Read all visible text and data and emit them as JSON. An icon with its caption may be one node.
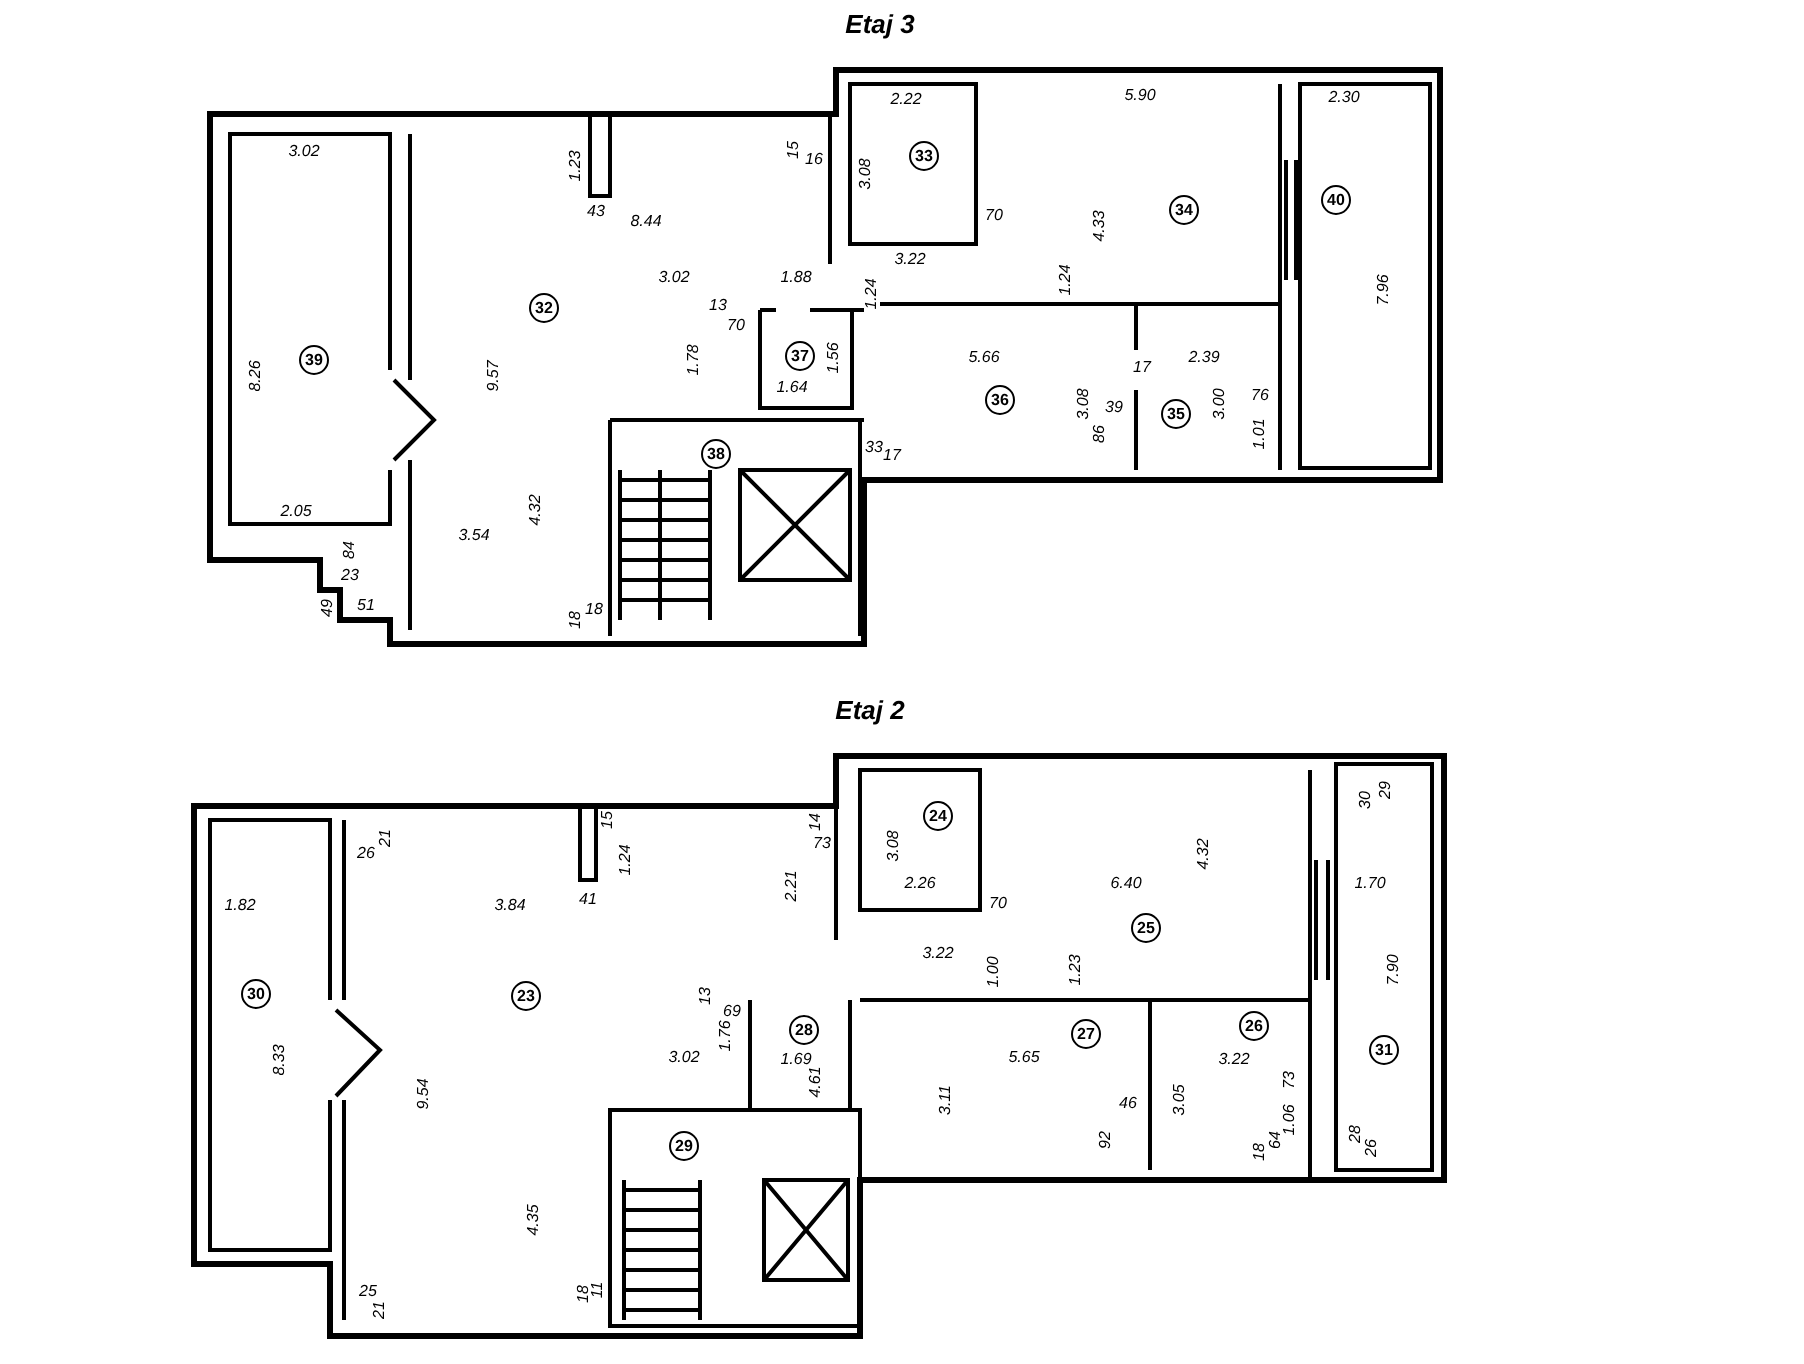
{
  "diagram": {
    "labels": [
      "Etaj 3",
      "3.02",
      "8.26",
      "39",
      "2.05",
      "84",
      "23",
      "49",
      "51",
      "1.23",
      "43",
      "8.44",
      "15",
      "16",
      "32",
      "9.57",
      "3.02",
      "1.88",
      "13",
      "70",
      "1.78",
      "37",
      "1.56",
      "1.64",
      "38",
      "4.32",
      "3.54",
      "18",
      "18",
      "2.22",
      "3.08",
      "33",
      "5.90",
      "2.30",
      "4.33",
      "34",
      "40",
      "70",
      "3.22",
      "1.24",
      "1.24",
      "7.96",
      "5.66",
      "2.39",
      "17",
      "36",
      "3.08",
      "39",
      "3.00",
      "76",
      "35",
      "1.01",
      "86",
      "33",
      "17",
      "Etaj 2",
      "21",
      "26",
      "15",
      "1.24",
      "41",
      "14",
      "73",
      "2.21",
      "1.82",
      "3.84",
      "24",
      "30",
      "29",
      "3.08",
      "4.32",
      "2.26",
      "6.40",
      "1.70",
      "70",
      "25",
      "3.22",
      "1.00",
      "1.23",
      "7.90",
      "30",
      "23",
      "13",
      "69",
      "28",
      "27",
      "26",
      "31",
      "1.76",
      "8.33",
      "3.02",
      "1.69",
      "5.65",
      "3.22",
      "4.61",
      "73",
      "9.54",
      "3.11",
      "3.05",
      "46",
      "1.06",
      "29",
      "92",
      "64",
      "18",
      "28",
      "26",
      "4.35",
      "25",
      "21",
      "18",
      "11"
    ]
  }
}
